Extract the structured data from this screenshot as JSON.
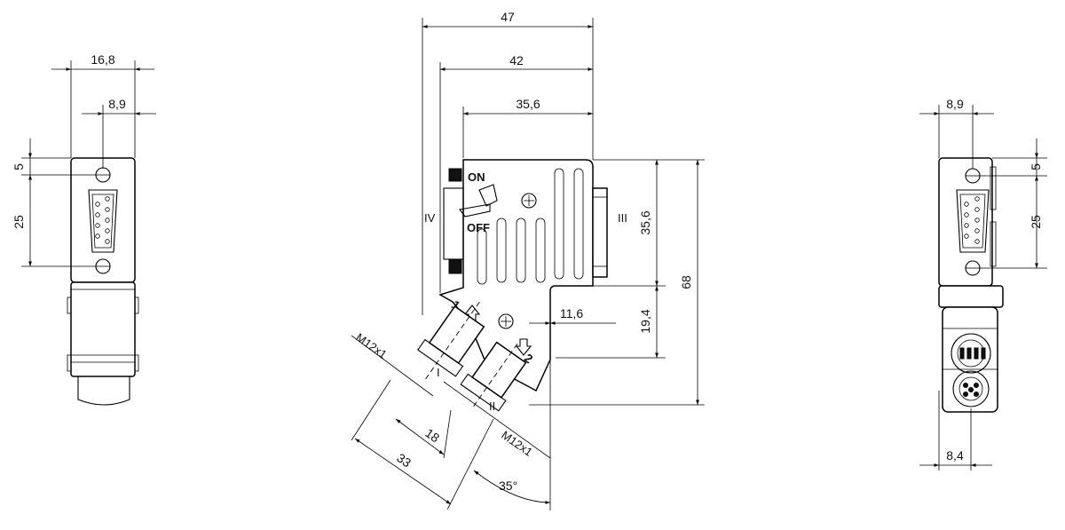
{
  "left_view": {
    "dim_width": "16,8",
    "dim_pin_offset": "8,9",
    "dim_top": "5",
    "dim_height": "25"
  },
  "front_view": {
    "dim_overall": "47",
    "dim_body": "42",
    "dim_top": "35,6",
    "dim_upper_height": "35,6",
    "dim_lower_height": "19,4",
    "dim_total_height": "68",
    "dim_screw_offset": "11,6",
    "dim_spacing": "18",
    "dim_length": "33",
    "angle": "35°",
    "thread_1": "M12x1",
    "thread_2": "M12x1",
    "switch_on": "ON",
    "switch_off": "OFF",
    "port_1": "1",
    "port_2": "2",
    "view_label_left": "IV",
    "view_label_right": "III",
    "section_label_1": "I",
    "section_label_2": "II"
  },
  "right_view": {
    "dim_pin_offset": "8,9",
    "dim_top": "5",
    "dim_height": "25",
    "dim_bottom_width": "8,4"
  }
}
